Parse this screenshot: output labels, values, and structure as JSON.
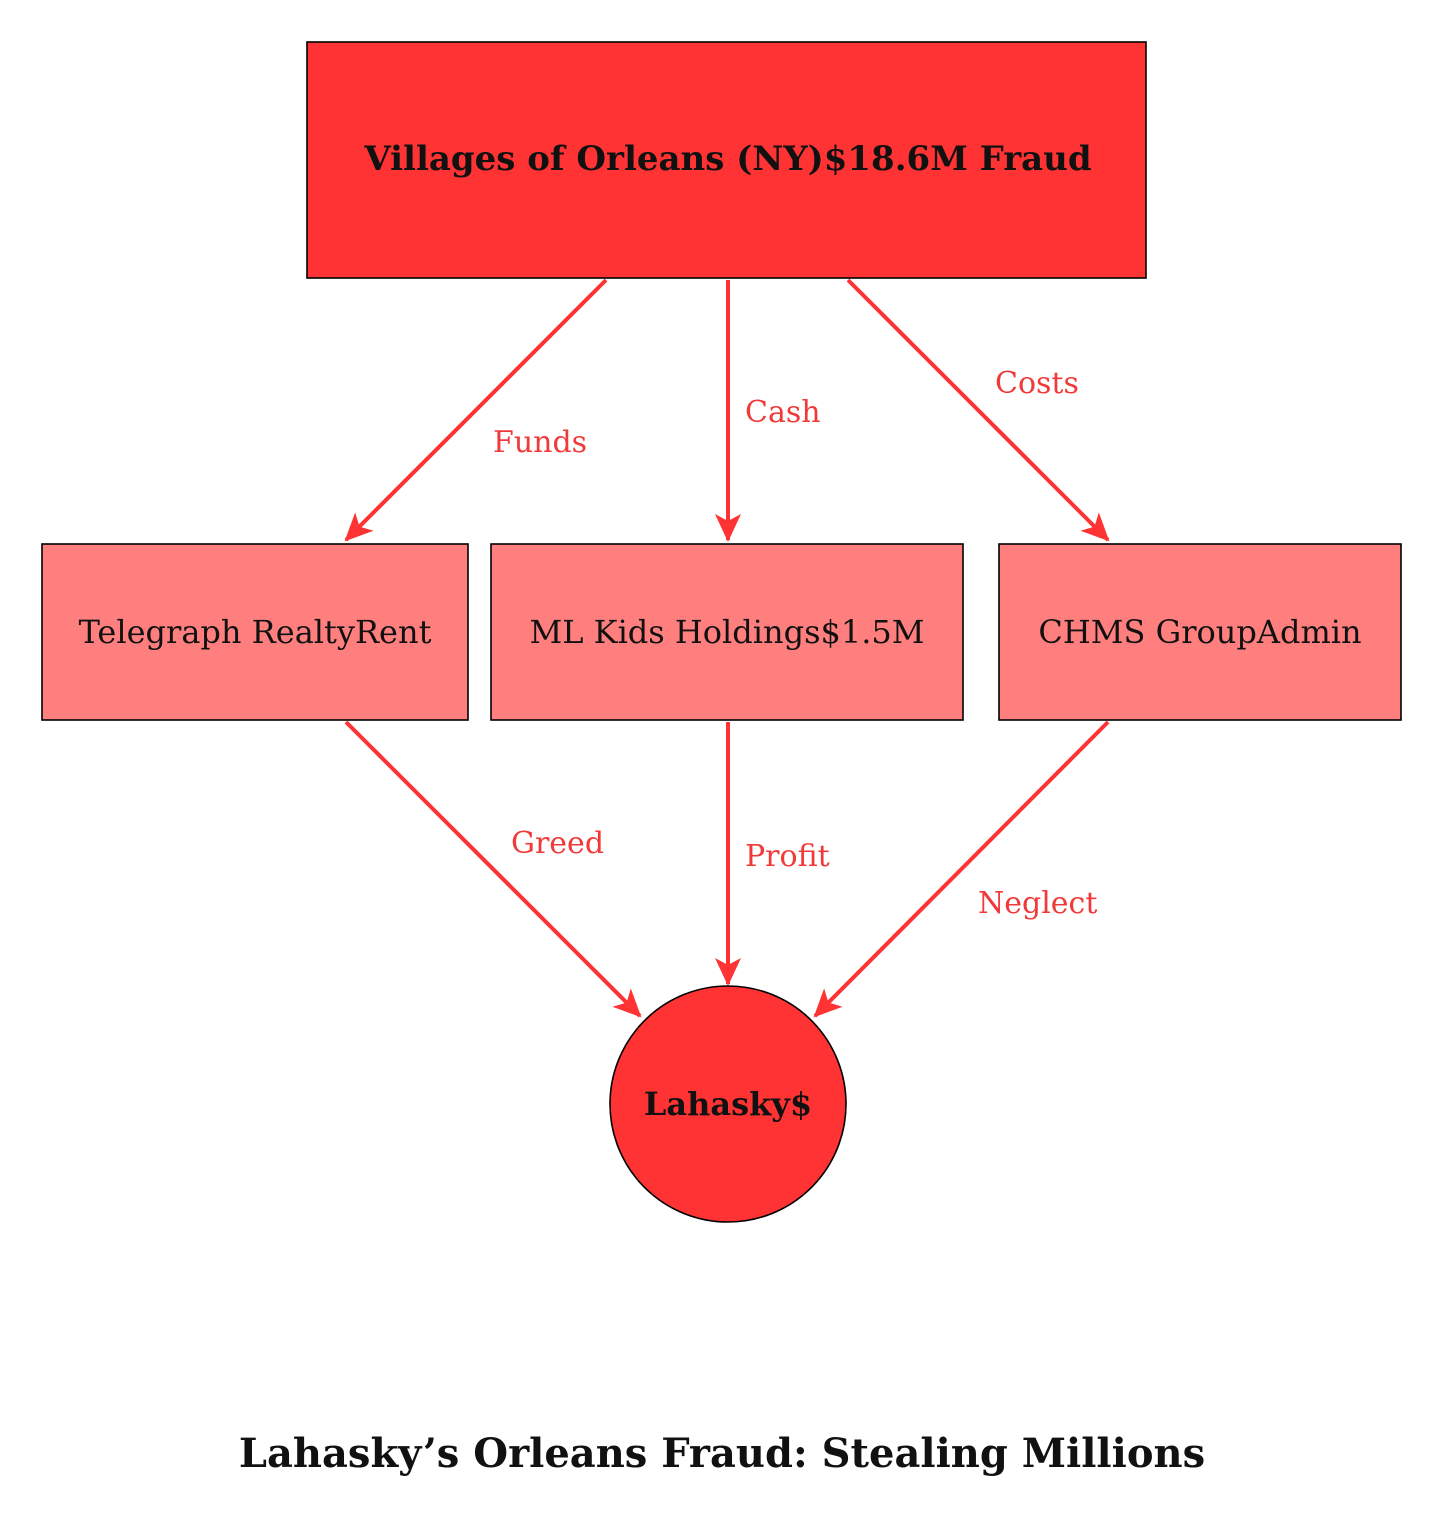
{
  "colors": {
    "primary": "#ff3333",
    "secondary": "#ff7f7f",
    "edge": "#ff3333",
    "edge_label": "#f03a3a"
  },
  "nodes": {
    "root": {
      "label": "Villages of Orleans (NY)$18.6M Fraud"
    },
    "telegraph": {
      "label": "Telegraph RealtyRent"
    },
    "mlkids": {
      "label": "ML Kids Holdings$1.5M"
    },
    "chms": {
      "label": "CHMS GroupAdmin"
    },
    "lahasky": {
      "label": "Lahasky$"
    }
  },
  "edges": {
    "funds": "Funds",
    "cash": "Cash",
    "costs": "Costs",
    "greed": "Greed",
    "profit": "Profit",
    "neglect": "Neglect"
  },
  "title": "Lahasky’s Orleans Fraud: Stealing Millions"
}
